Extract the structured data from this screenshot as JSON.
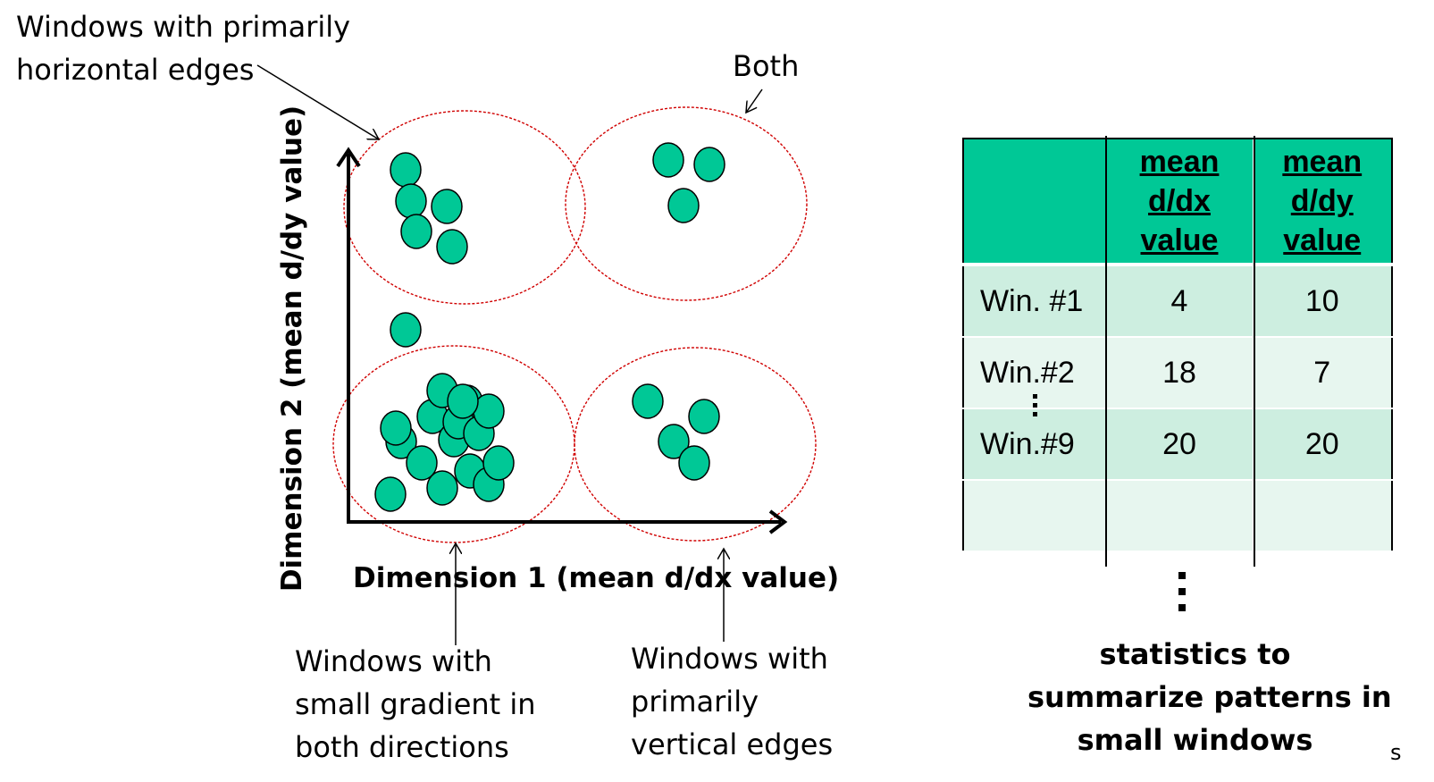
{
  "labels": {
    "horizontal": [
      "Windows with primarily",
      "horizontal edges"
    ],
    "both": "Both",
    "small_gradient": [
      "Windows with",
      "small gradient in",
      "both directions"
    ],
    "vertical": [
      "Windows with",
      "primarily",
      "vertical edges"
    ],
    "x_axis": "Dimension 1 (mean d/dx value)",
    "y_axis": "Dimension 2 (mean d/dy value)",
    "summary": [
      "statistics to",
      "summarize patterns in",
      "small windows"
    ],
    "corner_fragment": "s"
  },
  "table": {
    "headers": [
      "",
      "mean d/dx value",
      "mean d/dy value"
    ],
    "header_lines": [
      [],
      [
        "mean",
        "d/dx",
        "value"
      ],
      [
        "mean",
        "d/dy",
        "value"
      ]
    ],
    "rows": [
      {
        "label": "Win. #1",
        "dx": "4",
        "dy": "10"
      },
      {
        "label": "Win.#2",
        "dx": "18",
        "dy": "7"
      },
      {
        "label": "Win.#9",
        "dx": "20",
        "dy": "20"
      },
      {
        "label": "",
        "dx": "",
        "dy": ""
      }
    ]
  },
  "colors": {
    "point_fill": "#00c896",
    "cluster_outline": "#d00000",
    "header_fill": "#00c896",
    "row_dark": "#cdeee0",
    "row_light": "#e7f6ef"
  }
}
